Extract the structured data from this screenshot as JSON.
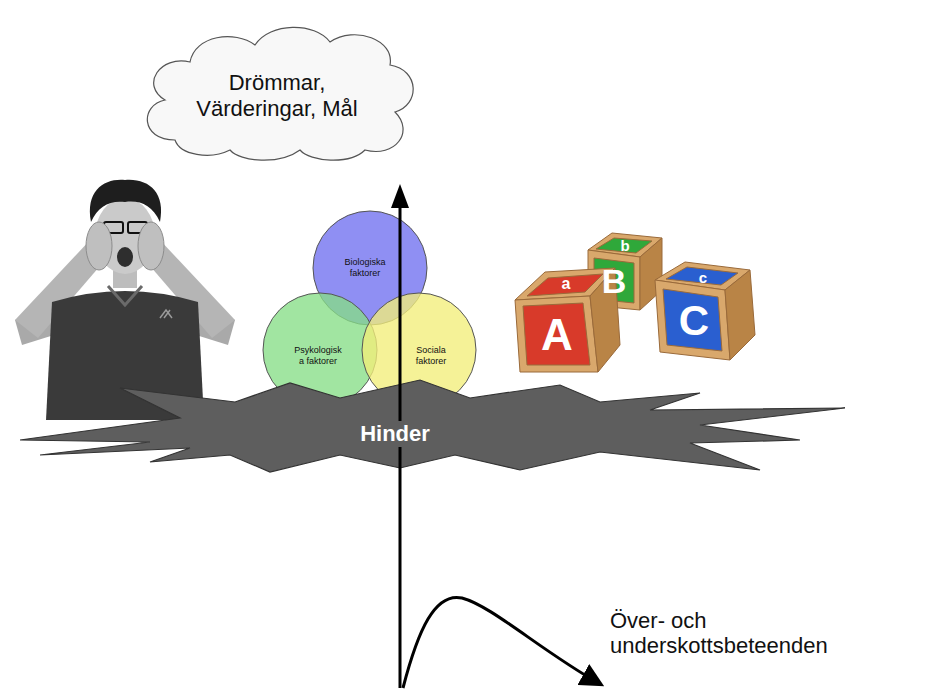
{
  "diagram": {
    "nodes": [
      {
        "text": [
          "Drömmar, Värderingar, Mål"
        ]
      },
      {
        "text": [
          "Biologiska faktorer"
        ]
      },
      {
        "text": [
          "Psykologisk a faktorer"
        ]
      },
      {
        "text": [
          "Sociala faktorer"
        ]
      },
      {
        "text": [
          "Hinder"
        ]
      }
    ],
    "labels": [
      "b",
      "c",
      "a",
      "B",
      "A",
      "C",
      "Över- och underskottsbeteenden"
    ]
  }
}
